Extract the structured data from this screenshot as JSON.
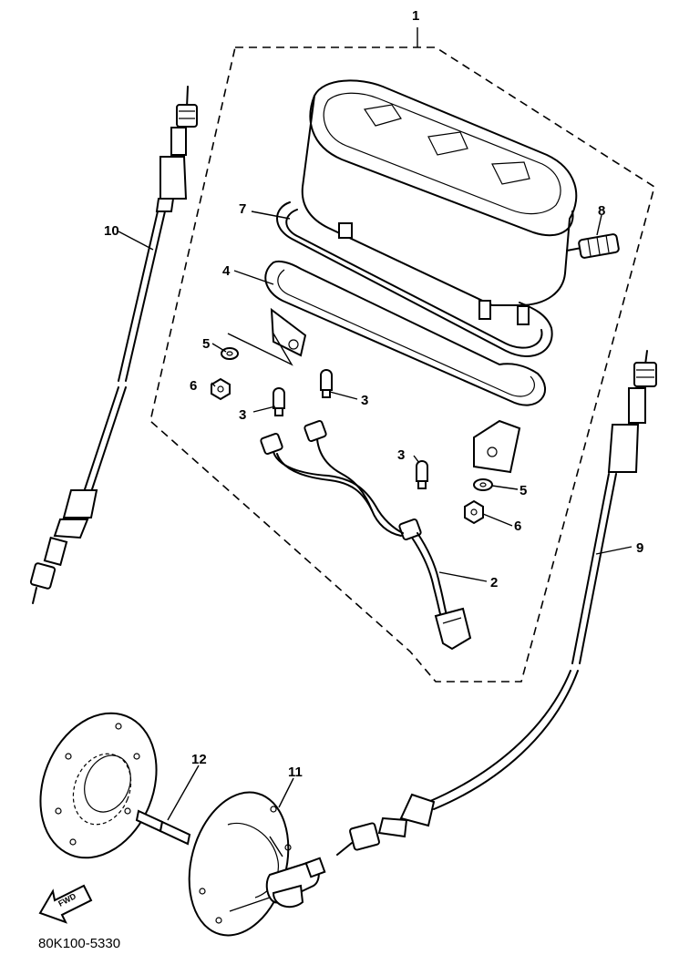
{
  "diagram": {
    "part_labels": {
      "p1": "1",
      "p2": "2",
      "p3a": "3",
      "p3b": "3",
      "p3c": "3",
      "p4": "4",
      "p5a": "5",
      "p5b": "5",
      "p6a": "6",
      "p6b": "6",
      "p7": "7",
      "p8": "8",
      "p9": "9",
      "p10": "10",
      "p11": "11",
      "p12": "12"
    },
    "direction_marker": "FWD",
    "drawing_code": "80K100-5330"
  }
}
